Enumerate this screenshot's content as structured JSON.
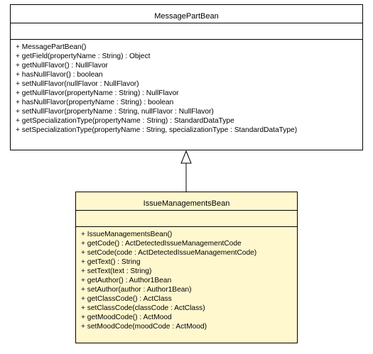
{
  "parent_class": {
    "name": "MessagePartBean",
    "operations": [
      "+ MessagePartBean()",
      "+ getField(propertyName : String) : Object",
      "+ getNullFlavor() : NullFlavor",
      "+ hasNullFlavor() : boolean",
      "+ setNullFlavor(nullFlavor : NullFlavor)",
      "+ getNullFlavor(propertyName : String) : NullFlavor",
      "+ hasNullFlavor(propertyName : String) : boolean",
      "+ setNullFlavor(propertyName : String, nullFlavor : NullFlavor)",
      "+ getSpecializationType(propertyName : String) : StandardDataType",
      "+ setSpecializationType(propertyName : String, specializationType : StandardDataType)"
    ]
  },
  "child_class": {
    "name": "IssueManagementsBean",
    "operations": [
      "+ IssueManagementsBean()",
      "+ getCode() : ActDetectedIssueManagementCode",
      "+ setCode(code : ActDetectedIssueManagementCode)",
      "+ getText() : String",
      "+ setText(text : String)",
      "+ getAuthor() : Author1Bean",
      "+ setAuthor(author : Author1Bean)",
      "+ getClassCode() : ActClass",
      "+ setClassCode(classCode : ActClass)",
      "+ getMoodCode() : ActMood",
      "+ setMoodCode(moodCode : ActMood)"
    ]
  },
  "colors": {
    "parent_fill": "#ffffff",
    "child_fill": "#fff8cf",
    "border": "#000000"
  }
}
